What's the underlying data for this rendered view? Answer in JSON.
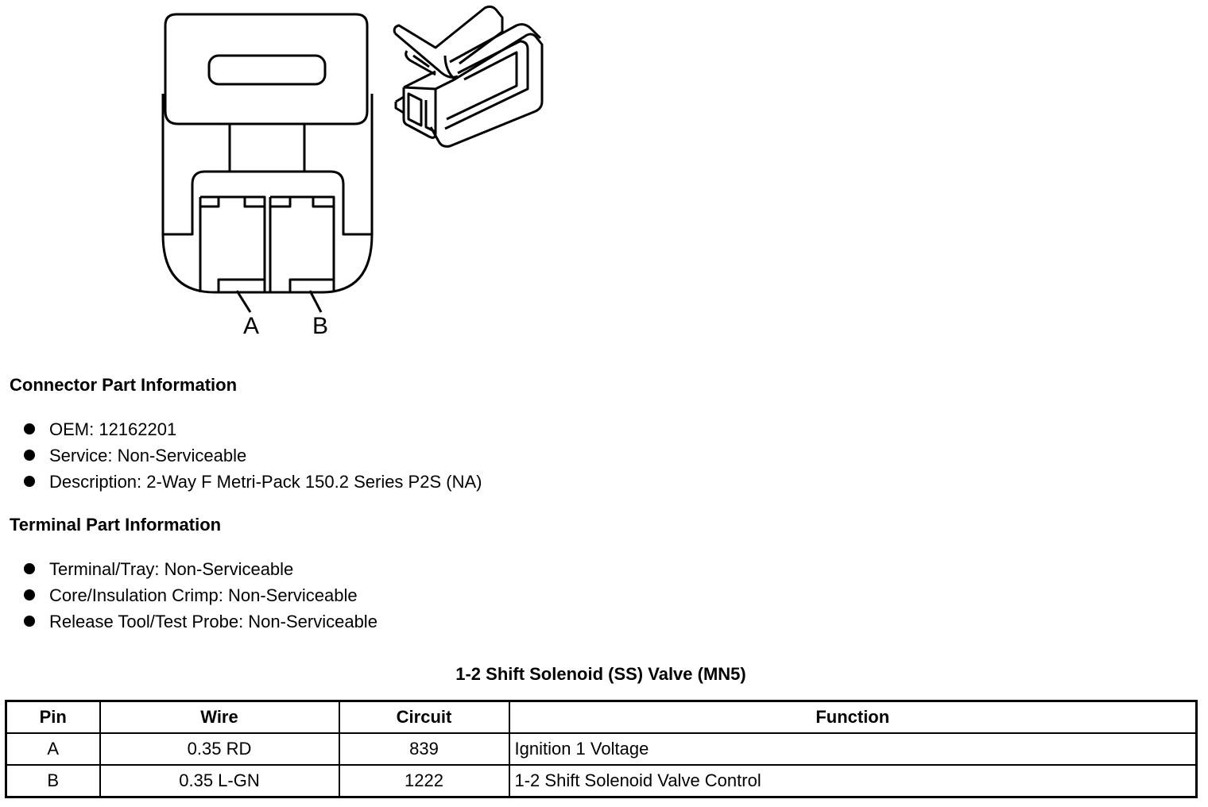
{
  "diagram": {
    "pin_labels": [
      "A",
      "B"
    ]
  },
  "connector_info": {
    "title": "Connector Part Information",
    "items": [
      "OEM: 12162201",
      "Service: Non-Serviceable",
      "Description: 2-Way F Metri-Pack 150.2 Series P2S (NA)"
    ]
  },
  "terminal_info": {
    "title": "Terminal Part Information",
    "items": [
      "Terminal/Tray: Non-Serviceable",
      "Core/Insulation Crimp: Non-Serviceable",
      "Release Tool/Test Probe: Non-Serviceable"
    ]
  },
  "table": {
    "title": "1-2 Shift Solenoid (SS) Valve (MN5)",
    "headers": [
      "Pin",
      "Wire",
      "Circuit",
      "Function"
    ],
    "rows": [
      [
        "A",
        "0.35 RD",
        "839",
        "Ignition 1 Voltage"
      ],
      [
        "B",
        "0.35 L-GN",
        "1222",
        "1-2 Shift Solenoid Valve Control"
      ]
    ]
  }
}
